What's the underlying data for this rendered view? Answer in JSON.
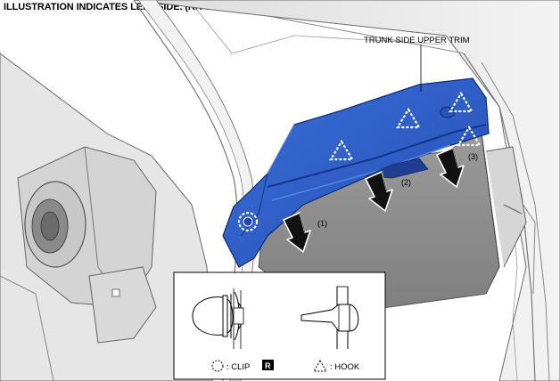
{
  "heading": "ILLUSTRATION INDICATES LEFT SIDE. (RH SIDE IDENTICAL)",
  "callout_label": "TRUNK SIDE UPPER TRIM",
  "step_labels": [
    "(1)",
    "(2)",
    "(3)"
  ],
  "legend": {
    "clip_label": ": CLIP",
    "clip_badge": "R",
    "hook_label": ": HOOK"
  },
  "colors": {
    "trim_blue": "#2f5fc8",
    "trim_blue_dark": "#1c3f9a",
    "panel_gray": "#8f8f8f",
    "body_light": "#e9e9e9"
  },
  "icons": [
    "clip-icon",
    "hook-icon",
    "removal-arrow-icon"
  ]
}
